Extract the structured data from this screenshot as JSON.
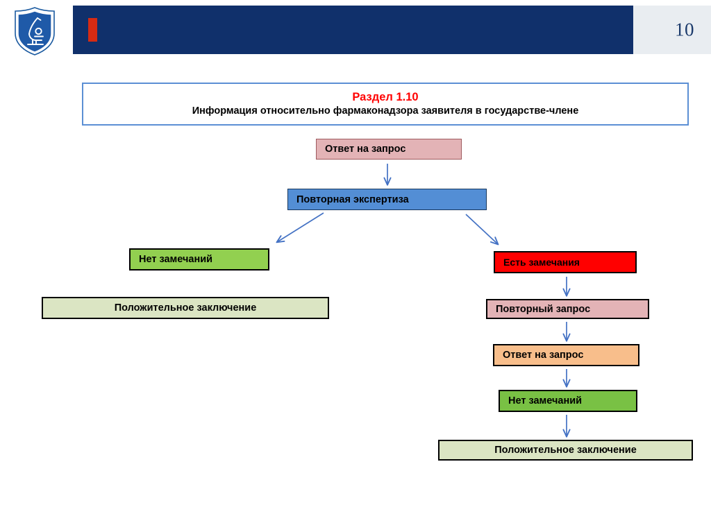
{
  "header": {
    "page_number": "10",
    "bar_color": "#10306b",
    "accent_color": "#d62b13",
    "page_panel_color": "#e9edf1",
    "logo_icon": "shield-microscope-logo"
  },
  "title": {
    "heading": "Раздел 1.10",
    "heading_color": "#ff0000",
    "subtitle": "Информация относительно фармаконадзора заявителя в государстве-члене",
    "subtitle_color": "#000000",
    "border_color": "#5b8fd4"
  },
  "flowchart": {
    "type": "flowchart",
    "arrow_color": "#4472c4",
    "nodes": [
      {
        "id": "answer1",
        "label": "Ответ на запрос",
        "fill": "#e3b3b6",
        "border": "#9e5a5e"
      },
      {
        "id": "reexamination",
        "label": "Повторная экспертиза",
        "fill": "#538ed5",
        "border": "#16365c"
      },
      {
        "id": "no-remarks-left",
        "label": "Нет замечаний",
        "fill": "#92d050",
        "border": "#000000"
      },
      {
        "id": "positive-left",
        "label": "Положительное заключение",
        "fill": "#dbe5c3",
        "border": "#000000"
      },
      {
        "id": "has-remarks",
        "label": "Есть замечания",
        "fill": "#ff0000",
        "border": "#000000"
      },
      {
        "id": "repeat-request",
        "label": "Повторный запрос",
        "fill": "#e3b3b6",
        "border": "#000000"
      },
      {
        "id": "answer2",
        "label": "Ответ на запрос",
        "fill": "#f8be8b",
        "border": "#000000"
      },
      {
        "id": "no-remarks-right",
        "label": "Нет замечаний",
        "fill": "#79c144",
        "border": "#000000"
      },
      {
        "id": "positive-right",
        "label": "Положительное заключение",
        "fill": "#dbe5c3",
        "border": "#000000"
      }
    ],
    "edges": [
      {
        "from": "answer1",
        "to": "reexamination",
        "style": "vertical"
      },
      {
        "from": "reexamination",
        "to": "no-remarks-left",
        "style": "diagonal-left"
      },
      {
        "from": "reexamination",
        "to": "has-remarks",
        "style": "diagonal-right"
      },
      {
        "from": "has-remarks",
        "to": "repeat-request",
        "style": "vertical"
      },
      {
        "from": "repeat-request",
        "to": "answer2",
        "style": "vertical"
      },
      {
        "from": "answer2",
        "to": "no-remarks-right",
        "style": "vertical"
      },
      {
        "from": "no-remarks-right",
        "to": "positive-right",
        "style": "vertical"
      }
    ]
  }
}
